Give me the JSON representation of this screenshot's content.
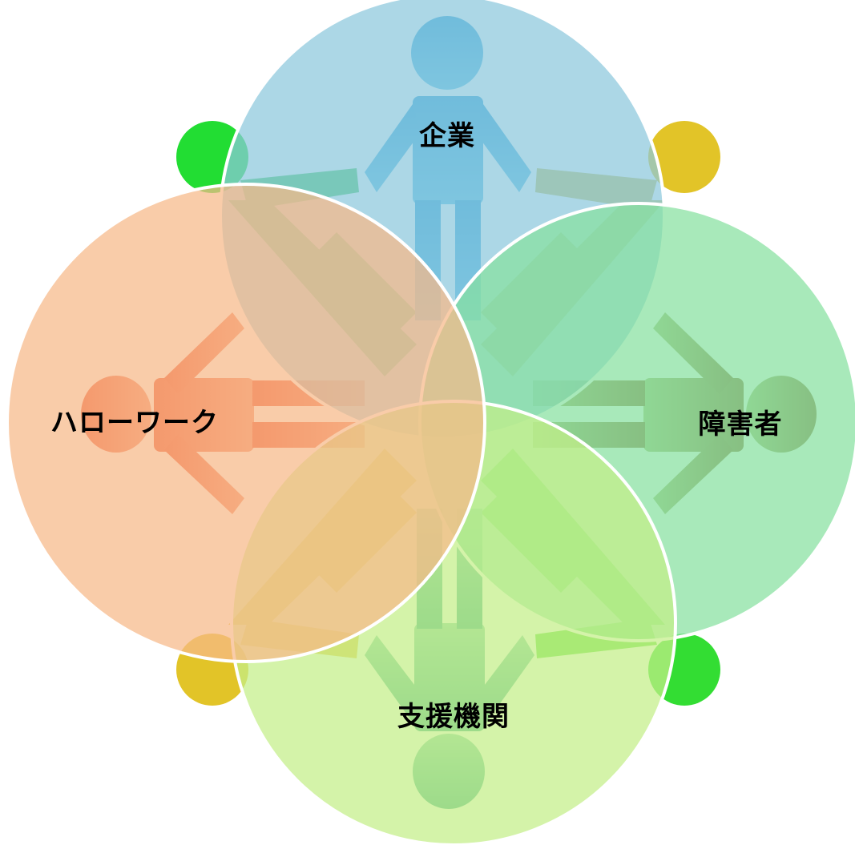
{
  "diagram": {
    "circles": [
      {
        "key": "top",
        "label": "企業",
        "fill": "#8cc8dc"
      },
      {
        "key": "right",
        "label": "障害者",
        "fill": "#86e0a0"
      },
      {
        "key": "bottom",
        "label": "支援機関",
        "fill": "#c4ee88"
      },
      {
        "key": "left",
        "label": "ハローワーク",
        "fill": "#f6b888"
      }
    ],
    "ring_border_color": "#ffffff",
    "figures": {
      "top_color": "#2a9ed8",
      "right_color": "#8a6a38",
      "bottom_color": "#3aa890",
      "left_color": "#ee4a2a",
      "corner_top_left": "#22dd33",
      "corner_top_right": "#e2c428",
      "corner_bottom_left": "#e2c428",
      "corner_bottom_right": "#33dd33"
    }
  }
}
